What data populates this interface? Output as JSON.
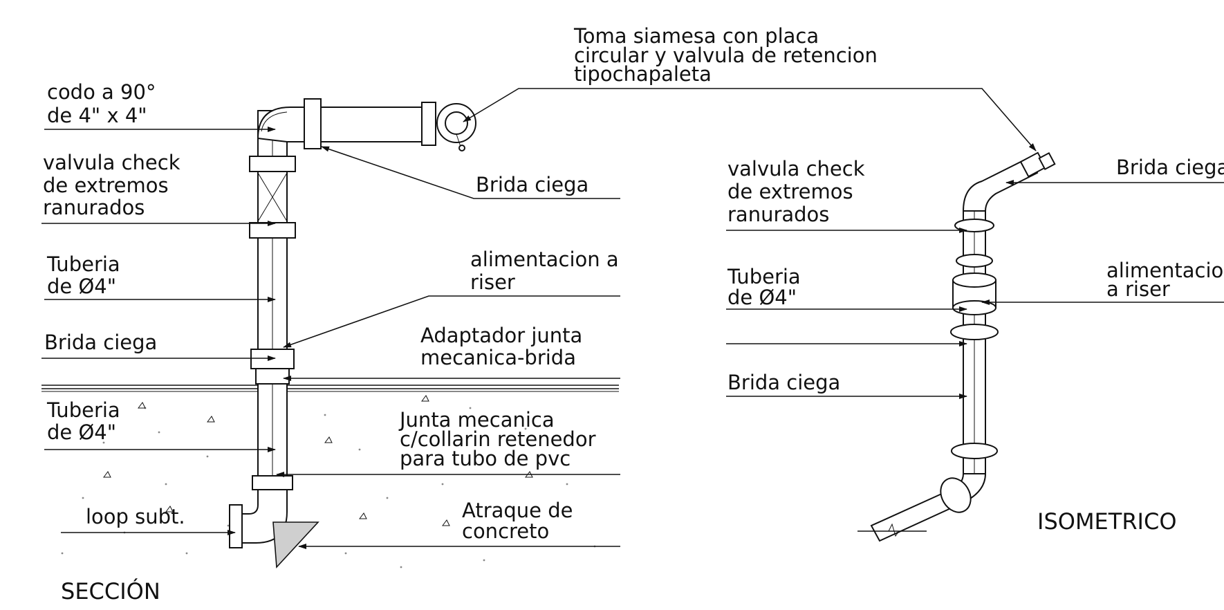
{
  "section": {
    "title": "SECCIÓN",
    "labels": {
      "toma_line1": "Toma siamesa con placa",
      "toma_line2": "circular  y valvula de retencion",
      "toma_line3": "tipochapaleta",
      "codo_line1": "codo a 90°",
      "codo_line2": "de 4\" x 4\"",
      "valvula_line1": "valvula check",
      "valvula_line2": "de extremos",
      "valvula_line3": "ranurados",
      "brida_ciega_right": "Brida ciega",
      "tuberia_top_line1": "Tuberia",
      "tuberia_top_line2": "de Ø4\"",
      "alimentacion_line1": "alimentacion a",
      "alimentacion_line2": "riser",
      "brida_ciega_left": "Brida ciega",
      "adaptador_line1": "Adaptador junta",
      "adaptador_line2": "mecanica-brida",
      "tuberia_bottom_line1": "Tuberia",
      "tuberia_bottom_line2": "de Ø4\"",
      "junta_line1": "Junta mecanica",
      "junta_line2": "c/collarin retenedor",
      "junta_line3": "para tubo de pvc",
      "loop": "loop subt.",
      "atraque_line1": "Atraque de",
      "atraque_line2": "concreto"
    }
  },
  "isometric": {
    "title": "ISOMETRICO",
    "labels": {
      "valvula_line1": "valvula check",
      "valvula_line2": "de extremos",
      "valvula_line3": "ranurados",
      "tuberia_line1": "Tuberia",
      "tuberia_line2": "de Ø4\"",
      "brida_ciega_left": "Brida ciega",
      "brida_ciega_right": "Brida ciega",
      "alimentacion_line1": "alimentacion",
      "alimentacion_line2": "a riser"
    }
  }
}
